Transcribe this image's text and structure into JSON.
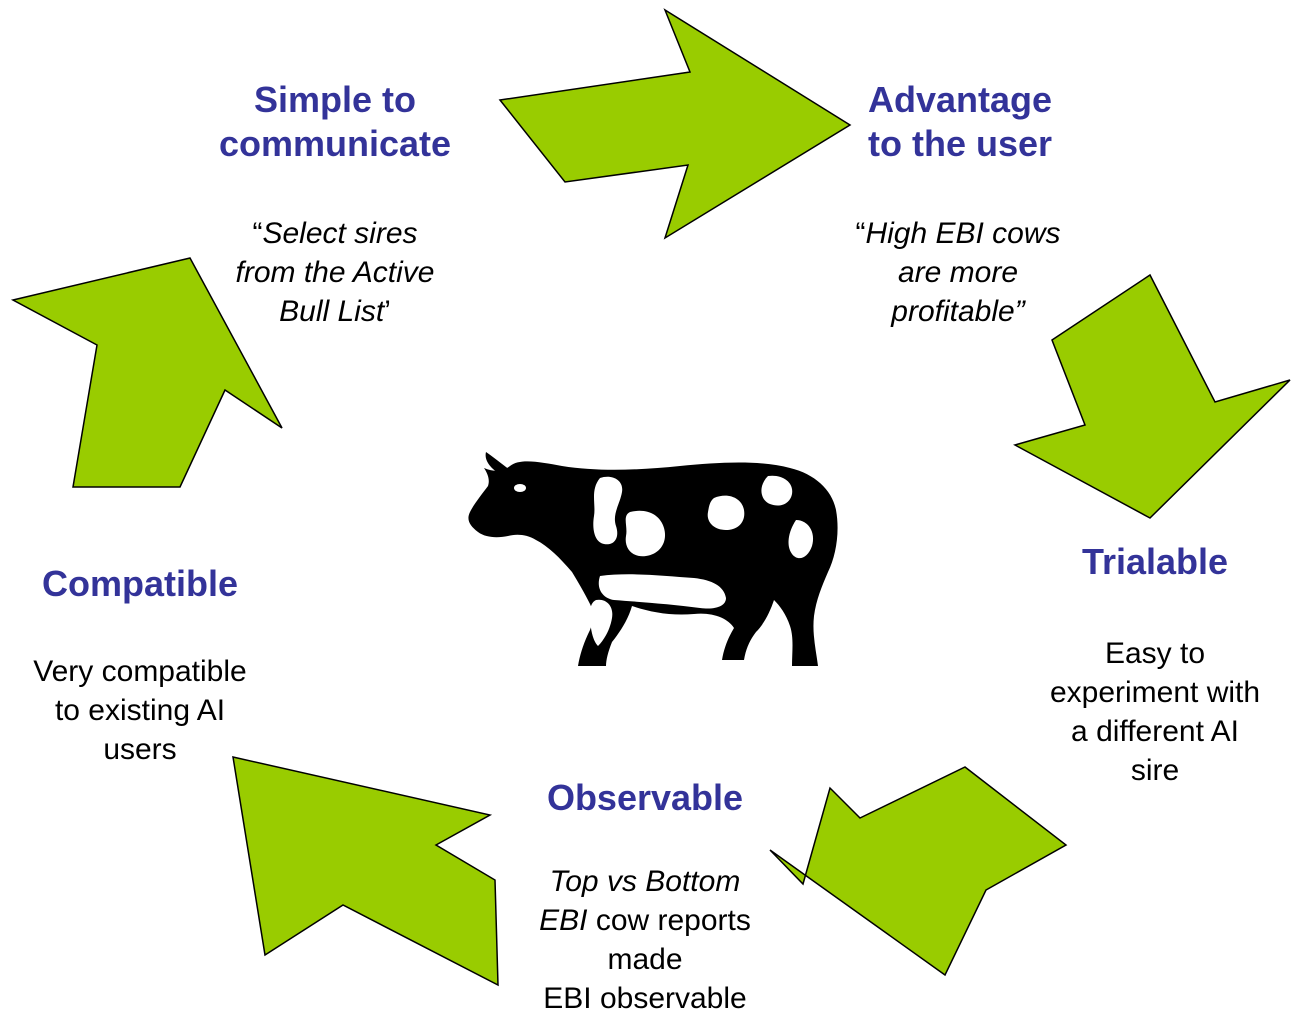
{
  "colors": {
    "arrow_fill": "#99cc00",
    "arrow_stroke": "#000000",
    "heading": "#333399",
    "body": "#000000",
    "cow_black": "#000000",
    "cow_white": "#ffffff"
  },
  "icons": {
    "center": "cow-icon",
    "cycle_arrows": "curved-arrow-icon"
  },
  "stages": {
    "simple": {
      "title_lines": [
        "Simple to",
        "communicate"
      ],
      "quote_open": "“",
      "quote_line1_italic": "Select sires",
      "quote_line2_italic": "from the Active",
      "quote_line3_italic": "Bull List",
      "quote_close": "’"
    },
    "advantage": {
      "title_lines": [
        "Advantage",
        "to the user"
      ],
      "quote_open": "“",
      "quote_line1_italic": "High EBI cows",
      "quote_line2_italic": "are more",
      "quote_line3_italic": "profitable",
      "quote_close": "”"
    },
    "trialable": {
      "title": "Trialable",
      "body_lines": [
        "Easy to",
        "experiment with",
        "a different AI",
        "sire"
      ]
    },
    "observable": {
      "title": "Observable",
      "line1_italic": "Top vs Bottom",
      "line2_italic": "EBI",
      "line2_rest": " cow reports",
      "line3": "made",
      "line4": "EBI observable"
    },
    "compatible": {
      "title": "Compatible",
      "body_lines": [
        "Very compatible",
        "to existing AI",
        "users"
      ]
    }
  }
}
